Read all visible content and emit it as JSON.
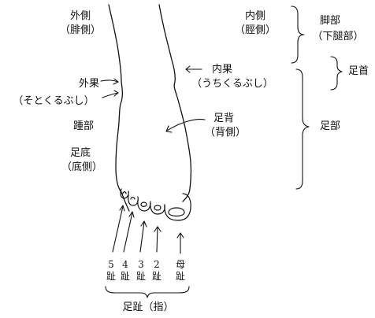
{
  "labels": {
    "lateral_side": "外側",
    "lateral_side_sub": "（腓側）",
    "medial_side": "内側",
    "medial_side_sub": "（脛側）",
    "leg_part": "脚部",
    "leg_part_sub": "（下腿部）",
    "ankle": "足首",
    "foot_part": "足部",
    "lateral_malleolus": "外果",
    "lateral_malleolus_sub": "（そとくるぶし）",
    "medial_malleolus": "内果",
    "medial_malleolus_sub": "（うちくるぶし）",
    "heel": "踵部",
    "sole": "足底",
    "sole_sub": "（底側）",
    "dorsum": "足背",
    "dorsum_sub": "（背側）",
    "toes_caption": "足趾（指）"
  },
  "toes": [
    {
      "num": "5",
      "char": "趾"
    },
    {
      "num": "4",
      "char": "趾"
    },
    {
      "num": "3",
      "char": "趾"
    },
    {
      "num": "2",
      "char": "趾"
    },
    {
      "num": "母",
      "char": "趾"
    }
  ]
}
